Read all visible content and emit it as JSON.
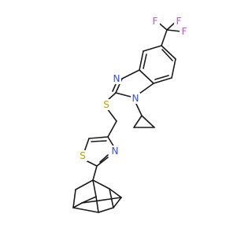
{
  "colors": {
    "bond": "#1a1a1a",
    "carbon": "#1a1a1a",
    "nitrogen": "#3050f8",
    "sulfur": "#b8a200",
    "fluorine": "#c24fd0",
    "background": "#ffffff"
  },
  "atoms": {
    "f1": "F",
    "f2": "F",
    "f3": "F",
    "n_imidazole": "N",
    "n_cyclopropyl": "N",
    "s_thioether": "S",
    "s_thiazole": "S",
    "n_thiazole": "N"
  }
}
